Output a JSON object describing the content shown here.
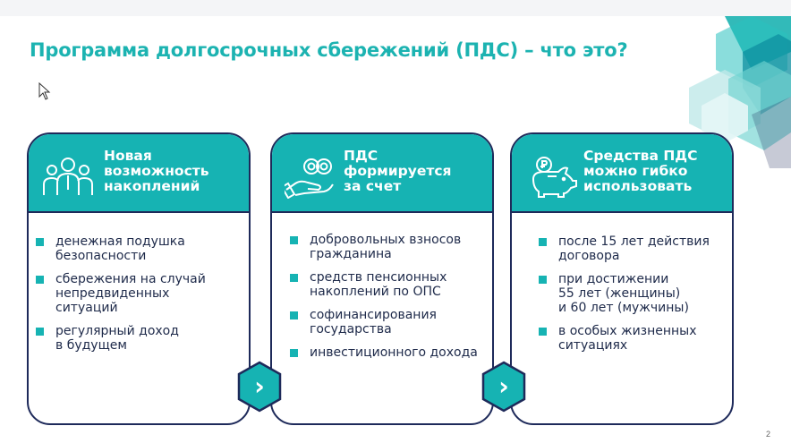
{
  "slide": {
    "title": "Программа долгосрочных сбережений (ПДС) – что это?",
    "page_number": "2",
    "colors": {
      "accent": "#16b3b3",
      "border": "#1e2a5a",
      "text": "#1e2a4a"
    }
  },
  "cards": [
    {
      "icon": "people-group-icon",
      "title_lines": [
        "Новая",
        "возможность",
        "накоплений"
      ],
      "items": [
        [
          "денежная подушка",
          "безопасности"
        ],
        [
          "сбережения на случай",
          "непредвиденных",
          "ситуаций"
        ],
        [
          "регулярный доход",
          "в будущем"
        ]
      ]
    },
    {
      "icon": "hand-coins-icon",
      "title_lines": [
        "ПДС",
        "формируется",
        "за счет"
      ],
      "items": [
        [
          "добровольных взносов",
          "гражданина"
        ],
        [
          "средств пенсионных",
          "накоплений по ОПС"
        ],
        [
          "софинансирования",
          "государства"
        ],
        [
          "инвестиционного дохода"
        ]
      ]
    },
    {
      "icon": "piggy-bank-icon",
      "title_lines": [
        "Средства ПДС",
        "можно гибко",
        "использовать"
      ],
      "items": [
        [
          "после 15 лет действия",
          "договора"
        ],
        [
          "при достижении",
          "55 лет (женщины)",
          "и 60 лет (мужчины)"
        ],
        [
          "в особых жизненных",
          "ситуациях"
        ]
      ]
    }
  ],
  "arrows": [
    {
      "icon": "chevron-right-icon",
      "glyph": "›"
    },
    {
      "icon": "chevron-right-icon",
      "glyph": "›"
    }
  ]
}
